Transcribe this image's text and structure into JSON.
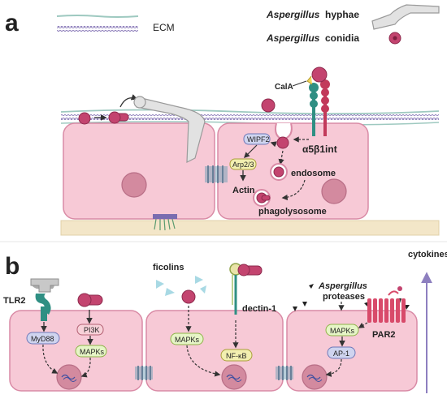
{
  "panel_a": {
    "label": "a",
    "legend": {
      "ecm": "ECM",
      "hyphae_species": "Aspergillus",
      "hyphae_word": "hyphae",
      "conidia_species": "Aspergillus",
      "conidia_word": "conidia"
    },
    "labels": {
      "cala": "CalA",
      "integrin": "α5β1int",
      "wipf2": "WIPF2",
      "arp23": "Arp2/3",
      "actin": "Actin",
      "endosome": "endosome",
      "phagolysosome": "phagolysosome"
    }
  },
  "panel_b": {
    "label": "b",
    "labels": {
      "tlr2": "TLR2",
      "myd88": "MyD88",
      "pi3k": "PI3K",
      "mapks": "MAPKs",
      "ficolins": "ficolins",
      "dectin1": "dectin-1",
      "nfkb": "NF-κB",
      "aspergillus": "Aspergillus",
      "proteases": "proteases",
      "par2": "PAR2",
      "ap1": "AP-1",
      "cytokines": "cytokines"
    }
  },
  "colors": {
    "cell_fill": "#f7c9d6",
    "cell_stroke": "#d98aa5",
    "nucleus": "#d38a9f",
    "conidia": "#c3446f",
    "ecm_line": "#8a7ab8",
    "receptor_teal": "#2f8f83",
    "receptor_red": "#c23a5b",
    "arrow_purple": "#8d7fbf"
  }
}
